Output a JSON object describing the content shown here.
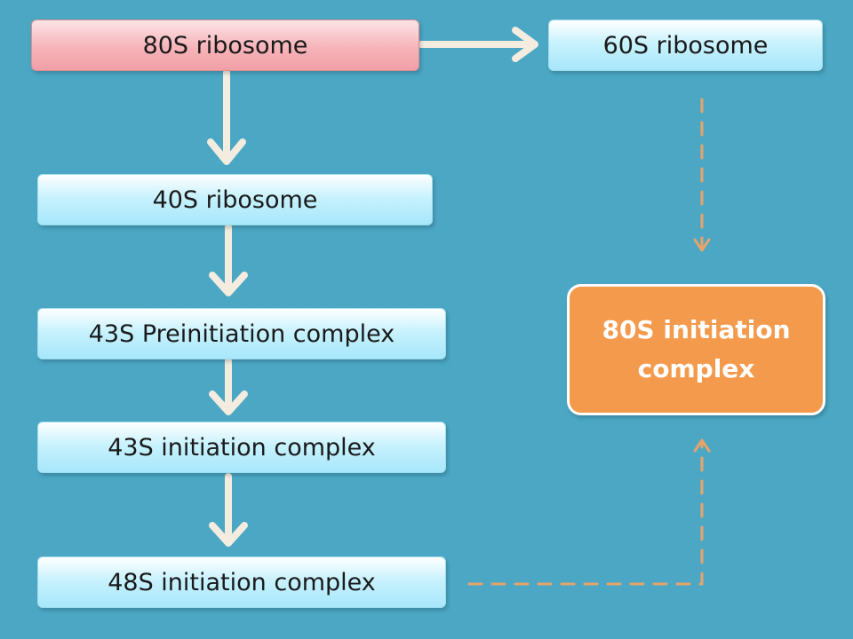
{
  "nodes": {
    "n80s": "80S ribosome",
    "n60s": "60S ribosome",
    "n40s": "40S ribosome",
    "n43pre": "43S Preinitiation complex",
    "n43init": "43S initiation complex",
    "n48init": "48S initiation complex",
    "n80init_line1": "80S initiation",
    "n80init_line2": "complex"
  },
  "colors": {
    "background": "#4ba7c4",
    "arrow_solid": "#f5ece0",
    "arrow_dashed": "#e6a46a",
    "highlight": "#f49a4d"
  }
}
